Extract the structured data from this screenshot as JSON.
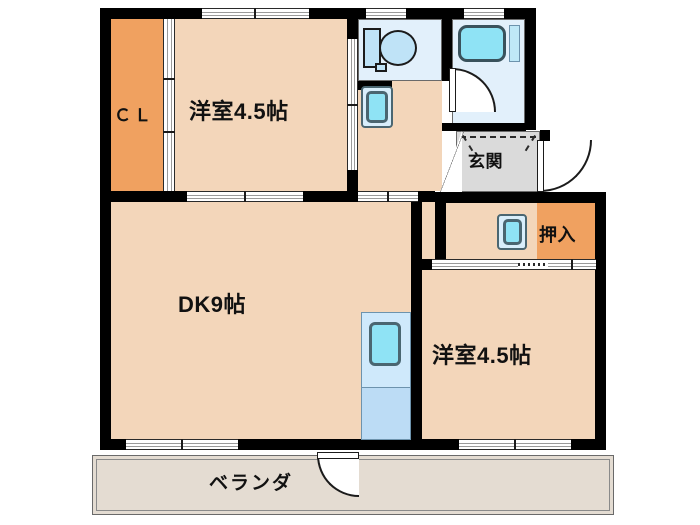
{
  "plan": {
    "type": "apartment-floor-plan",
    "layout_name": "2DK",
    "rooms": [
      {
        "id": "closet-cl",
        "label": "ＣＬ",
        "kind": "closet"
      },
      {
        "id": "bedroom-top",
        "label": "洋室4.5帖",
        "kind": "western-room",
        "size_jo": 4.5
      },
      {
        "id": "dk",
        "label": "DK9帖",
        "kind": "dining-kitchen",
        "size_jo": 9
      },
      {
        "id": "bedroom-right",
        "label": "洋室4.5帖",
        "kind": "western-room",
        "size_jo": 4.5
      },
      {
        "id": "entrance",
        "label": "玄関",
        "kind": "entrance"
      },
      {
        "id": "closet-oshiire",
        "label": "押入",
        "kind": "closet"
      },
      {
        "id": "balcony",
        "label": "ベランダ",
        "kind": "balcony"
      }
    ],
    "fixtures": [
      {
        "id": "toilet",
        "name": "toilet-fixture"
      },
      {
        "id": "bathtub",
        "name": "bathtub-fixture"
      },
      {
        "id": "washbasin-hall",
        "name": "washbasin-fixture"
      },
      {
        "id": "washbasin-corridor",
        "name": "washbasin-fixture"
      },
      {
        "id": "kitchen-sink",
        "name": "kitchen-sink-fixture"
      }
    ],
    "colors": {
      "room_floor": "#f3d6ba",
      "closet_fill": "#f0a160",
      "wet_area": "#e2f0fb",
      "entrance_floor": "#dadada",
      "balcony_floor": "#e4dcd2",
      "wall": "#000000",
      "fixture_water": "#8fe3f5",
      "counter": "#bcdcf5"
    }
  }
}
